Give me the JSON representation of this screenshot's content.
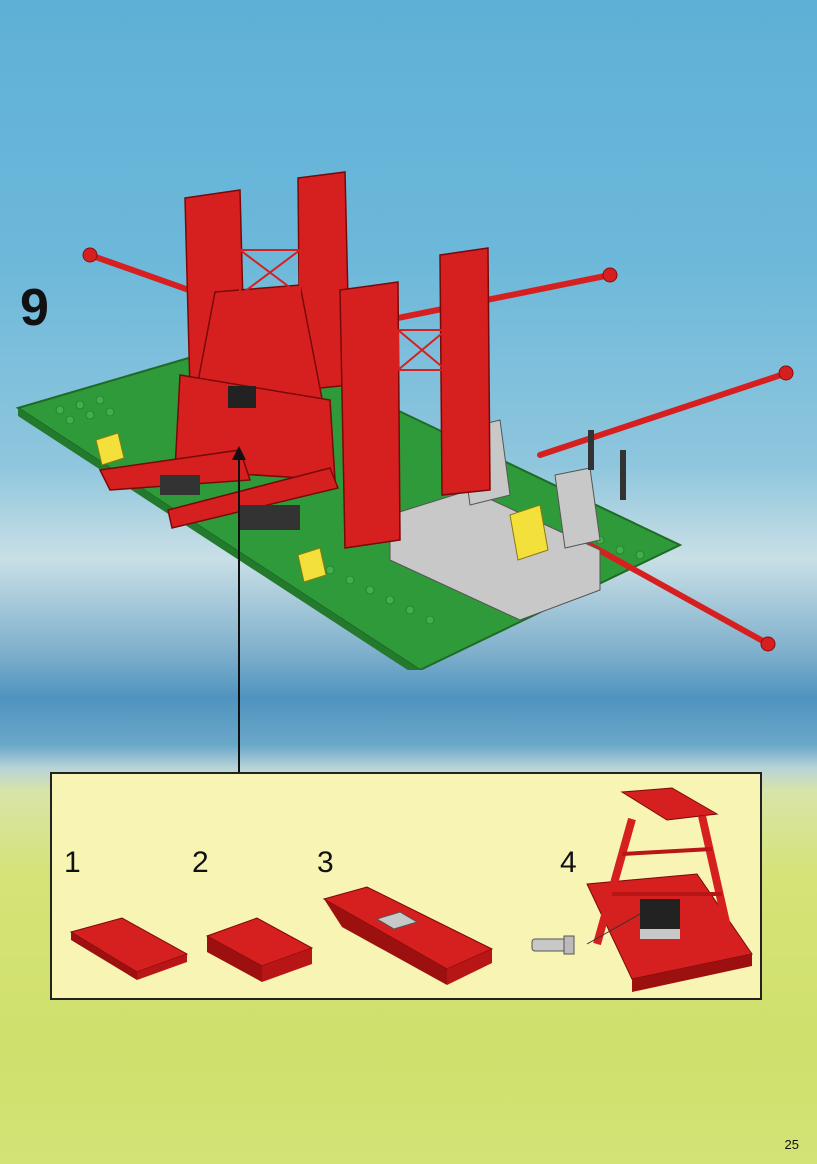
{
  "step": {
    "number": "9"
  },
  "substeps": [
    {
      "number": "1"
    },
    {
      "number": "2"
    },
    {
      "number": "3"
    },
    {
      "number": "4"
    }
  ],
  "page": {
    "number": "25"
  },
  "colors": {
    "brick_red": "#d62020",
    "brick_red_dark": "#9c1010",
    "baseplate_green": "#2f9a3a",
    "grey": "#c8c8c8",
    "yellow": "#f4e03a",
    "panel_bg": "#f8f4b4"
  }
}
